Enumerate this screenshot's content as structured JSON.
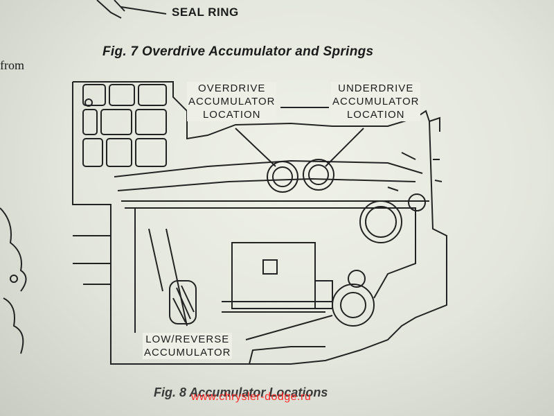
{
  "labels": {
    "seal_ring": "SEAL RING",
    "fig7_caption": "Fig. 7 Overdrive Accumulator and Springs",
    "left_fragment": "from",
    "overdrive": [
      "OVERDRIVE",
      "ACCUMULATOR",
      "LOCATION"
    ],
    "underdrive": [
      "UNDERDRIVE",
      "ACCUMULATOR",
      "LOCATION"
    ],
    "low_reverse": [
      "LOW/REVERSE",
      "ACCUMULATOR"
    ],
    "fig8_caption": "Fig. 8 Accumulator Locations",
    "watermark": "www.chrysler-dodge.ru"
  },
  "colors": {
    "ink": "#1b1b1b",
    "paper": "#eef0e8",
    "watermark": "#ff2a2a"
  }
}
